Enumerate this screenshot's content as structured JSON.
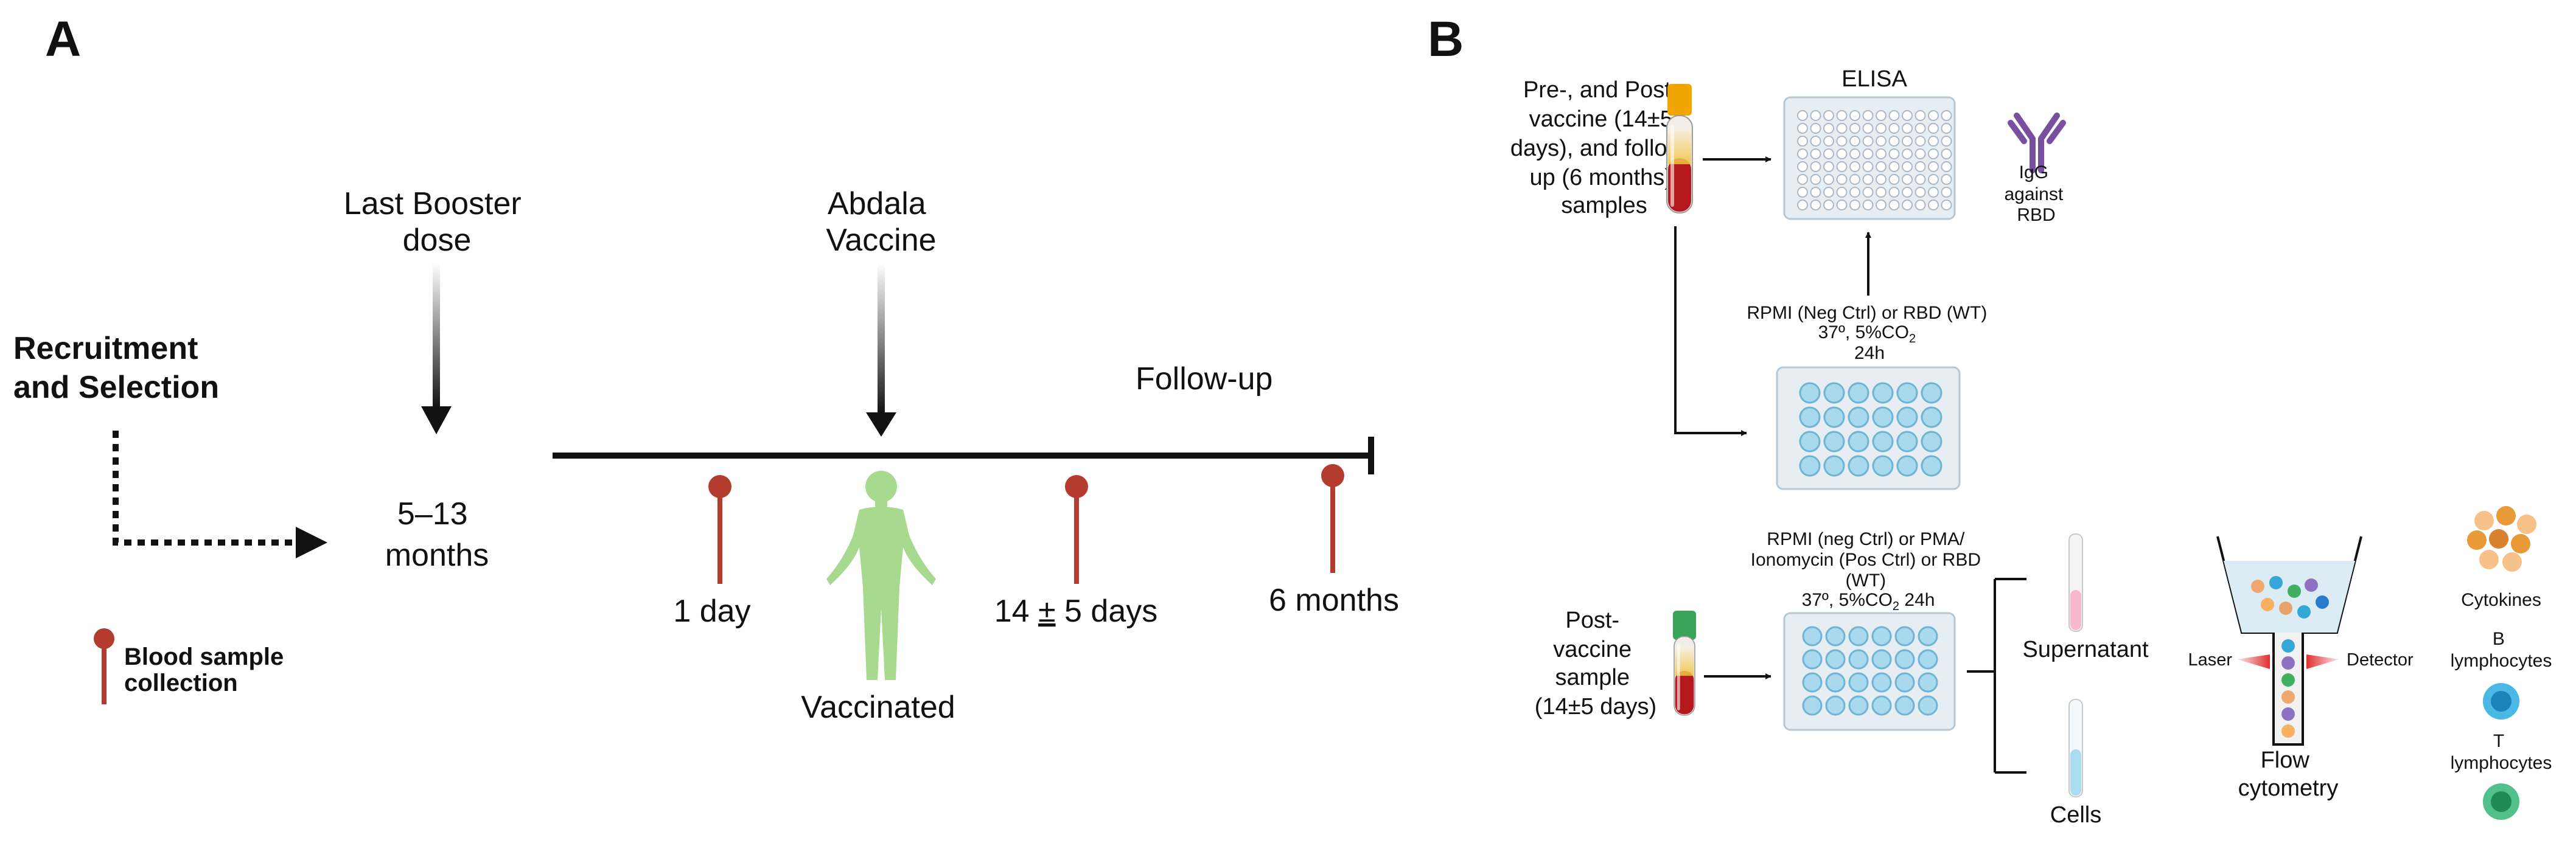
{
  "panel_a": {
    "letter": "A",
    "recruitment": [
      "Recruitment",
      "and Selection"
    ],
    "last_booster": [
      "Last Booster",
      "dose"
    ],
    "interval": [
      "5–13",
      "months"
    ],
    "abdala": [
      "Abdala",
      "Vaccine"
    ],
    "follow_up": "Follow-up",
    "timepoint_1": "1 day",
    "timepoint_2_prefix": "14 ",
    "timepoint_2_pm": "±",
    "timepoint_2_suffix": " 5 days",
    "timepoint_3": "6 months",
    "vaccinated": "Vaccinated",
    "legend": [
      "Blood sample",
      "collection"
    ]
  },
  "panel_b": {
    "letter": "B",
    "samples_top": [
      "Pre-, and Post-",
      "vaccine (14±5",
      "days), and follow-",
      "up (6 months)",
      "samples"
    ],
    "elisa": "ELISA",
    "igg": [
      "IgG",
      "against",
      "RBD"
    ],
    "stim_top_line1": "RPMI (Neg Ctrl) or RBD (WT)",
    "stim_top_line2_pre": "37º, 5%CO",
    "stim_top_line2_sub": "2",
    "stim_top_line3": "24h",
    "stim_bottom_line1": "RPMI (neg Ctrl) or PMA/",
    "stim_bottom_line2": "Ionomycin (Pos Ctrl) or RBD",
    "stim_bottom_line3": "(WT)",
    "stim_bottom_line4_pre": "37º, 5%CO",
    "stim_bottom_line4_sub": "2",
    "stim_bottom_line4_post": " 24h",
    "samples_bottom": [
      "Post-",
      "vaccine",
      "sample",
      "(14±5 days)"
    ],
    "supernatant": "Supernatant",
    "cells": "Cells",
    "laser": "Laser",
    "detector": "Detector",
    "flow": [
      "Flow",
      "cytometry"
    ],
    "cytokines": "Cytokines",
    "b_lymph": [
      "B",
      "lymphocytes"
    ],
    "t_lymph": [
      "T",
      "lymphocytes"
    ]
  },
  "colors": {
    "blood": "#b5191e",
    "pin": "#b33c2e",
    "person": "#a7d98f",
    "plate_fill": "#e6eef4",
    "well_fill": "#a9d9ec",
    "antibody": "#7b4fa0",
    "tube_cap_orange": "#f0a400",
    "tube_cap_green": "#3aa35a"
  }
}
